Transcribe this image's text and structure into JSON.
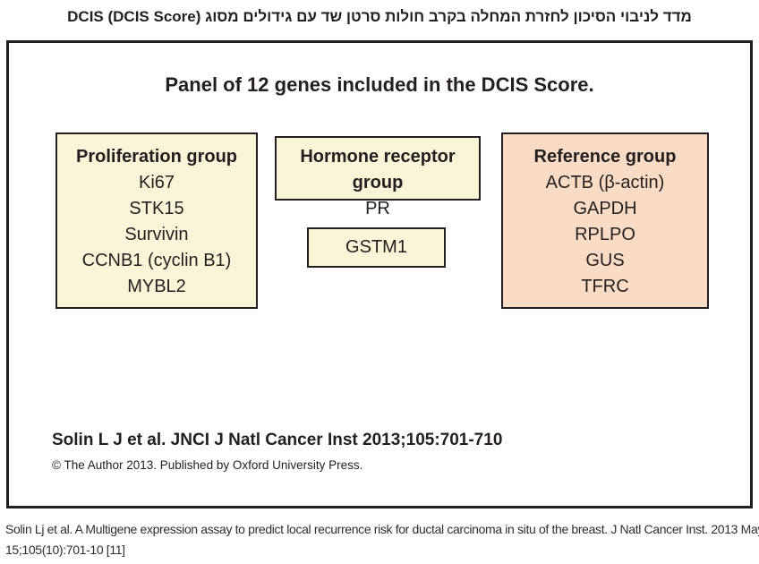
{
  "page": {
    "hebrew_title": "מדד לניבוי הסיכון לחזרת המחלה בקרב חולות סרטן שד עם גידולים  מסוג DCIS (DCIS Score)",
    "figure_title": "Panel of 12 genes included in the DCIS Score.",
    "groups": [
      {
        "name": "Proliferation group",
        "genes": [
          "Ki67",
          "STK15",
          "Survivin",
          "CCNB1 (cyclin B1)",
          "MYBL2"
        ],
        "fill_color": "#fbf5d8"
      },
      {
        "name": "Hormone receptor group",
        "genes": [
          "PR"
        ],
        "fill_color": "#fbf5d8"
      },
      {
        "name": "Reference group",
        "genes": [
          "ACTB (β-actin)",
          "GAPDH",
          "RPLPO",
          "GUS",
          "TFRC"
        ],
        "fill_color": "#fadcc4"
      }
    ],
    "standalone_box": {
      "label": "GSTM1",
      "fill_color": "#fbf5d8"
    },
    "citation": "Solin L J et al. JNCI J Natl Cancer Inst 2013;105:701-710",
    "copyright": "© The Author 2013. Published by Oxford University Press.",
    "footer_lines": [
      "Solin Lj et al. A Multigene expression assay to predict local recurrence risk for ductal carcinoma in situ of the breast. J Natl Cancer Inst. 2013 May",
      "15;105(10):701-10 [11]"
    ],
    "colors": {
      "border": "#231f20",
      "cream": "#fbf5d8",
      "salmon": "#fadcc4"
    }
  }
}
